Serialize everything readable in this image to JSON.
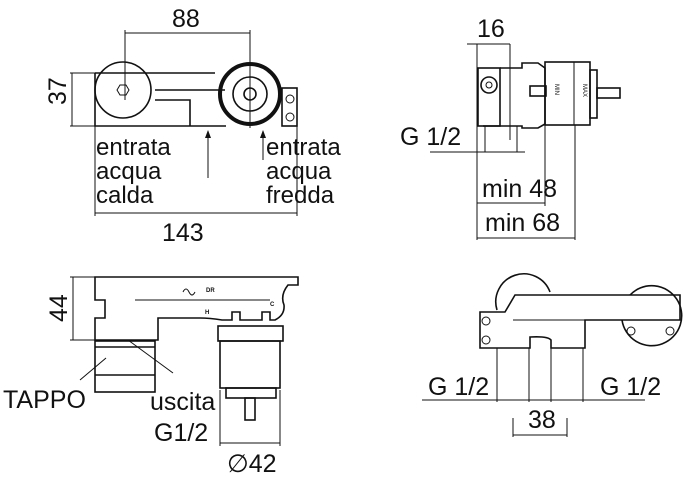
{
  "views": {
    "top_left": {
      "dim_center": "88",
      "dim_height": "37",
      "dim_width": "143",
      "hot_inlet": [
        "entrata",
        "acqua",
        "calda"
      ],
      "cold_inlet": [
        "entrata",
        "acqua",
        "fredda"
      ]
    },
    "top_right": {
      "dim_depth": "16",
      "thread": "G 1/2",
      "min_depth_1": "min 48",
      "min_depth_2": "min 68",
      "dial_marks": [
        "MIN",
        "MAX"
      ]
    },
    "bottom_left": {
      "dim_height": "44",
      "plug": "TAPPO",
      "outlet": [
        "uscita",
        "G1/2"
      ],
      "diameter": "∅42",
      "marks": [
        "DR",
        "H",
        "C"
      ]
    },
    "bottom_right": {
      "thread_left": "G 1/2",
      "thread_right": "G 1/2",
      "dim_spacing": "38"
    }
  }
}
